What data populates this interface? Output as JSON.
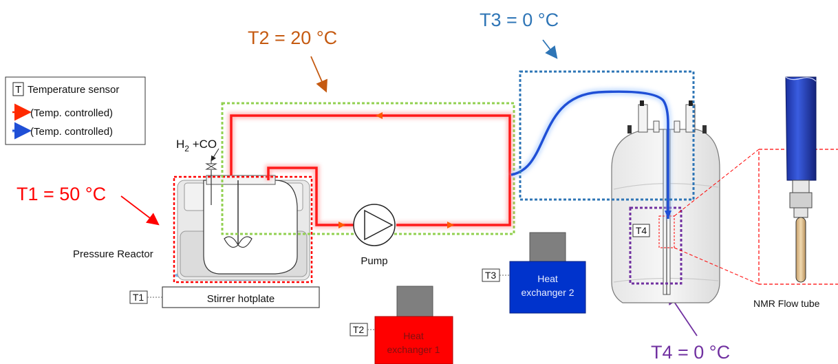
{
  "annotations": {
    "t1": "T1 = 50 °C",
    "t2": "T2 = 20 °C",
    "t3": "T3 = 0 °C",
    "t4": "T4 = 0 °C"
  },
  "legend": {
    "sensor_symbol": "T",
    "sensor_text": "Temperature sensor",
    "red_arrow_text": "(Temp. controlled)",
    "blue_arrow_text": "(Temp. controlled)"
  },
  "gas_inlet": {
    "h2": "H",
    "h2_sub": "2",
    "plus_co": " +CO"
  },
  "components": {
    "reactor_label": "Pressure Reactor",
    "pump_label": "Pump",
    "hotplate_label": "Stirrer hotplate",
    "hx1_line1": "Heat",
    "hx1_line2": "exchanger 1",
    "hx2_line1": "Heat",
    "hx2_line2": "exchanger 2",
    "nmr_flow_tube_label": "NMR Flow tube"
  },
  "sensors": {
    "t1": "T1",
    "t2": "T2",
    "t3": "T3",
    "t4": "T4"
  },
  "colors": {
    "hot": "#ff1a1a",
    "cold": "#1f4fd6",
    "t1": "#ff0000",
    "t2": "#c55a11",
    "t3": "#2e75b6",
    "t4": "#7030a0",
    "green_box": "#92d050",
    "hx1_fill": "#ff0000",
    "hx2_fill": "#0033cc"
  }
}
